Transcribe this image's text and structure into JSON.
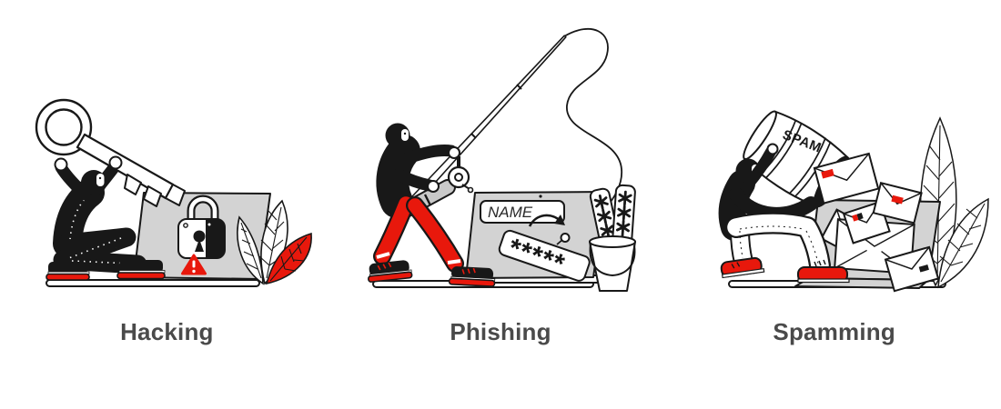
{
  "colors": {
    "accent_red": "#e8180c",
    "screen_gray": "#d3d3d3",
    "outline": "#181818",
    "caption_text": "#4a4a4a",
    "background": "#ffffff"
  },
  "panels": [
    {
      "caption": "Hacking",
      "icons": [
        "hacker-figure",
        "giant-key-icon",
        "laptop-icon",
        "padlock-icon",
        "warning-triangle-icon",
        "plant-leaves-icon"
      ]
    },
    {
      "caption": "Phishing",
      "name_field_value": "NAME",
      "password_mask": "*****",
      "bucket_password_mask": "****",
      "icons": [
        "hacker-figure",
        "fishing-rod-icon",
        "fishing-line-icon",
        "laptop-icon",
        "name-field",
        "password-strip-icon",
        "password-bucket-icon"
      ]
    },
    {
      "caption": "Spamming",
      "barrel_label": "SPAM",
      "icons": [
        "hacker-figure",
        "spam-barrel-icon",
        "envelope-icon",
        "laptop-icon",
        "leaf-icon"
      ]
    }
  ]
}
